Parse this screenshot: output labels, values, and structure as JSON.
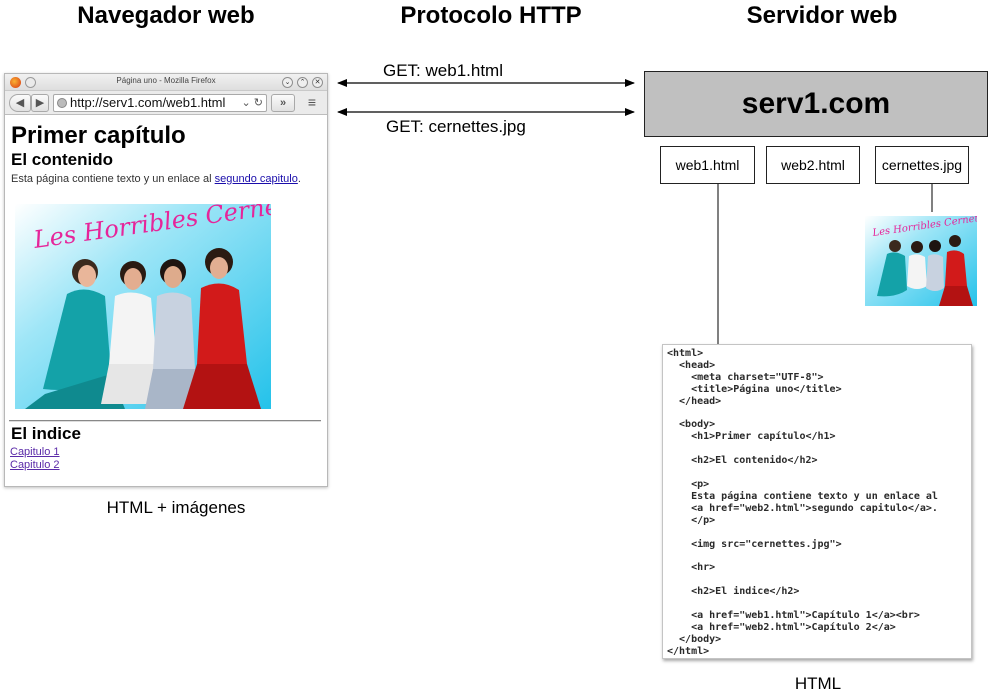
{
  "headings": {
    "browser": "Navegador web",
    "http": "Protocolo HTTP",
    "server": "Servidor web"
  },
  "browser": {
    "window_title": "Página uno - Mozilla Firefox",
    "url": "http://serv1.com/web1.html",
    "page": {
      "h1": "Primer capítulo",
      "h2": "El contenido",
      "paragraph_text": "Esta página contiene texto y un enlace al ",
      "paragraph_link": "segundo capitulo",
      "paragraph_end": ".",
      "image_caption_text": "Les Horribles Cernettes",
      "h2_index": "El indice",
      "link1": "Capitulo 1",
      "link2": "Capitulo 2"
    }
  },
  "caption_browser": "HTML + imágenes",
  "http": {
    "request1": "GET: web1.html",
    "request2": "GET: cernettes.jpg"
  },
  "server": {
    "name": "serv1.com",
    "files": [
      "web1.html",
      "web2.html",
      "cernettes.jpg"
    ],
    "image_caption_text": "Les Horribles Cernettes"
  },
  "code_lines": "<html>\n  <head>\n    <meta charset=\"UTF-8\">\n    <title>Página uno</title>\n  </head>\n\n  <body>\n    <h1>Primer capítulo</h1>\n\n    <h2>El contenido</h2>\n\n    <p>\n    Esta página contiene texto y un enlace al\n    <a href=\"web2.html\">segundo capitulo</a>.\n    </p>\n\n    <img src=\"cernettes.jpg\">\n\n    <hr>\n\n    <h2>El indice</h2>\n\n    <a href=\"web1.html\">Capítulo 1</a><br>\n    <a href=\"web2.html\">Capítulo 2</a>\n  </body>\n</html>",
  "caption_html": "HTML",
  "colors": {
    "server_box": "#c0c0c0",
    "link": "#1a0dab",
    "visited_link": "#5a2aa8",
    "photo_bg": "#4fd3f0",
    "logo_text": "#e6259a"
  }
}
